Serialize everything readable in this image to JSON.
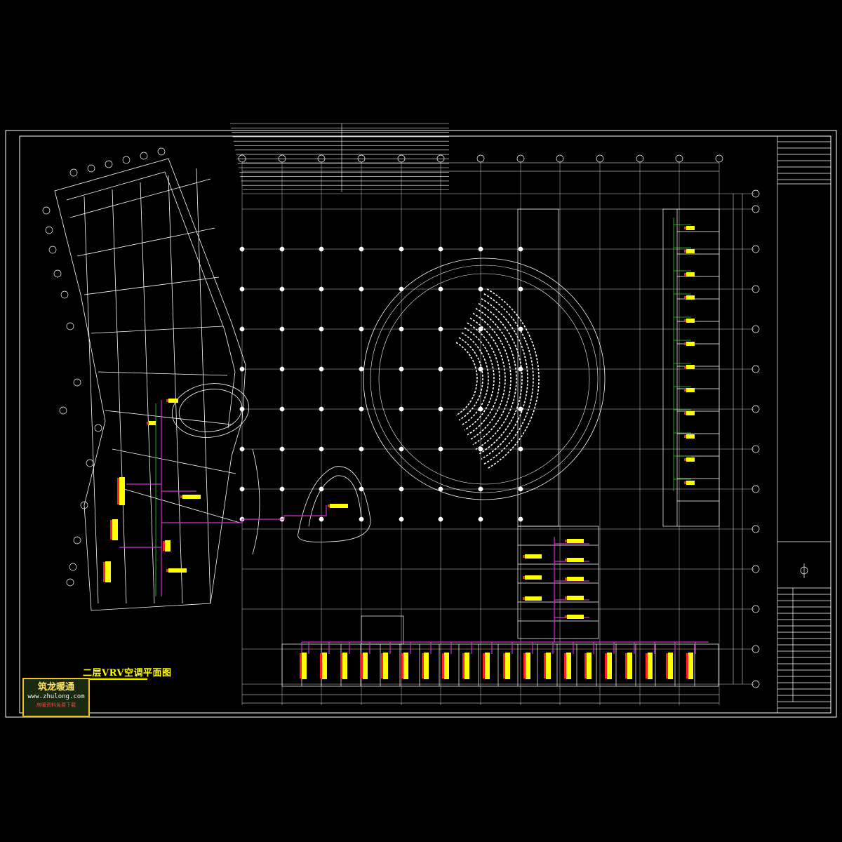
{
  "drawing": {
    "title": "二层VRV空调平面图",
    "watermark": {
      "brand": "筑龙暖通",
      "url": "www.zhulong.com",
      "slogan": "房暖资料免费下载"
    }
  },
  "colors": {
    "background": "#000000",
    "frame": "#ffffff",
    "grid": "#ffffff",
    "indoor_unit": "#ffff00",
    "refrigerant_pipe": "#cc33cc",
    "drain_pipe": "#33cc33",
    "valve": "#ff2020",
    "title": "#ffff00",
    "stamp_border": "#f0c020"
  },
  "icons": [
    "north-arrow-icon",
    "axis-bubble-icon",
    "indoor-unit-icon"
  ]
}
